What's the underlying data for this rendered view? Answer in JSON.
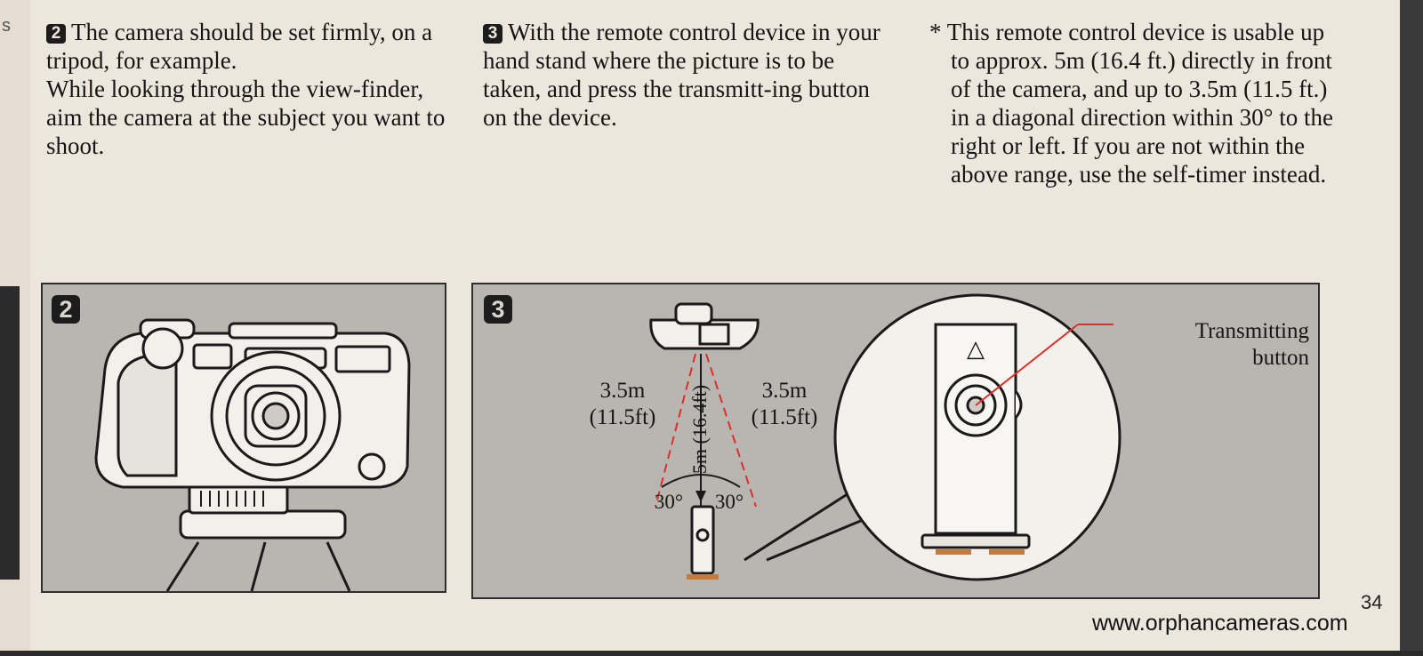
{
  "side_letter": "s",
  "step2": {
    "number": "2",
    "line1": "The camera should be set firmly, on a tripod, for example.",
    "line2": "While looking through the view-finder, aim the camera at the subject you want to shoot."
  },
  "step3": {
    "number": "3",
    "text": "With the remote control device in your hand stand where the picture is to be taken, and press the transmitt-ing button on the device."
  },
  "note": {
    "text": "* This remote control device is usable up to approx. 5m (16.4 ft.) directly in front of the camera, and up to 3.5m (11.5 ft.) in a diagonal direction within 30° to the right or left. If you are not within the above range, use the self-timer instead."
  },
  "figure2": {
    "badge": "2",
    "icon": "camera-on-tripod"
  },
  "figure3": {
    "badge": "3",
    "left_distance": "3.5m",
    "left_distance_ft": "(11.5ft)",
    "right_distance": "3.5m",
    "right_distance_ft": "(11.5ft)",
    "center_distance": "5m (16.4ft)",
    "left_angle": "30°",
    "right_angle": "30°",
    "callout_line1": "Transmitting",
    "callout_line2": "button",
    "button_symbol": "△"
  },
  "page_number": "34",
  "url": "www.orphancameras.com",
  "colors": {
    "paper": "#ede6dc",
    "panel": "#b9b6b2",
    "ink": "#151515",
    "leader_red": "#d9302a"
  }
}
